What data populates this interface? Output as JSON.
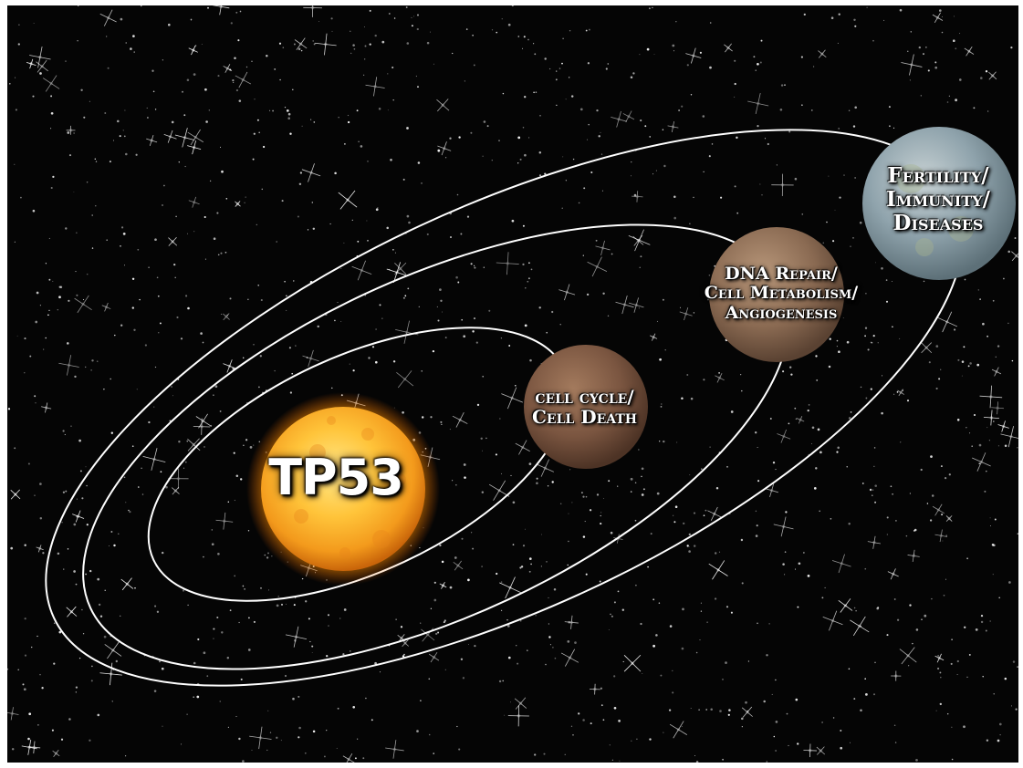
{
  "diagram": {
    "center": {
      "label": "TP53"
    },
    "orbits": [
      {
        "ring": "inner",
        "lines": [
          "cell cycle/",
          "Cell Death"
        ],
        "planet_color": "#7a5540"
      },
      {
        "ring": "middle",
        "lines": [
          "DNA Repair/",
          "Cell Metabolism/",
          "Angiogenesis"
        ],
        "planet_color": "#8a6a52"
      },
      {
        "ring": "outer",
        "lines": [
          "Fertility/",
          "Immunity/",
          "Diseases"
        ],
        "planet_color": "#7f94a0"
      }
    ],
    "colors": {
      "background": "#050505",
      "orbit_line": "#ffffff",
      "sun_core": "#ffd04a",
      "sun_edge": "#e07a10"
    }
  }
}
